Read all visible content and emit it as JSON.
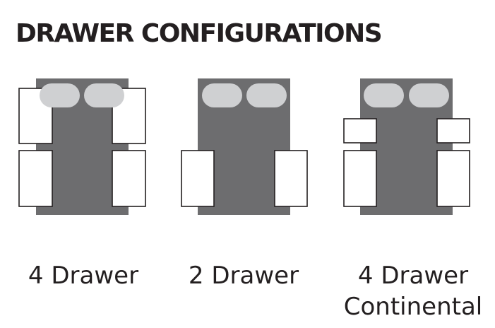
{
  "title": "DRAWER CONFIGURATIONS",
  "colors": {
    "desk": "#6d6d6f",
    "chair": "#cfd0d2",
    "drawer_fill": "#ffffff",
    "drawer_stroke": "#231f20",
    "text": "#231f20"
  },
  "configurations": [
    {
      "label_lines": [
        "4 Drawer"
      ]
    },
    {
      "label_lines": [
        "2 Drawer"
      ]
    },
    {
      "label_lines": [
        "4 Drawer",
        "Continental"
      ]
    }
  ]
}
